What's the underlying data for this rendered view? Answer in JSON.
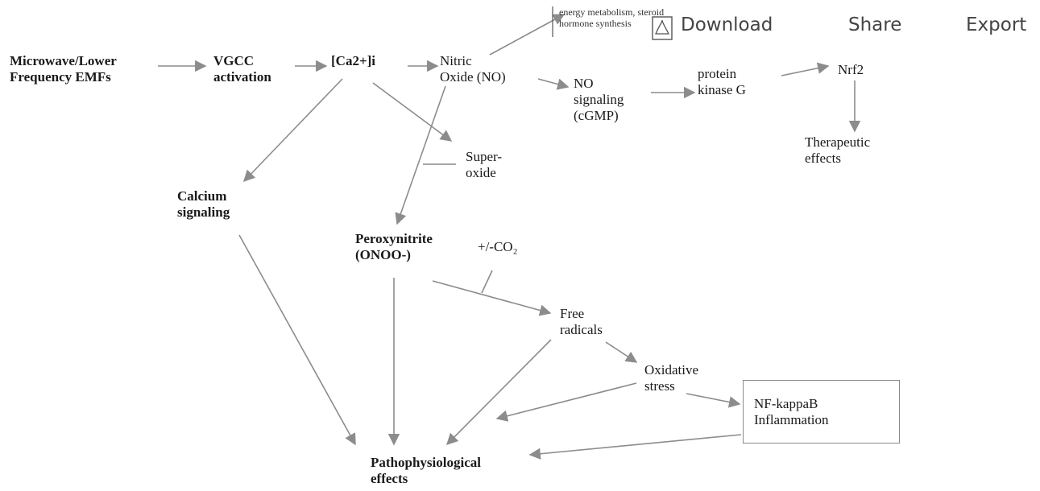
{
  "toolbar": {
    "download_label": "Download",
    "share_label": "Share",
    "export_label": "Export"
  },
  "diagram": {
    "energy_note": "energy metabolism, steroid\nhormone synthesis",
    "emf": "Microwave/Lower\nFrequency EMFs",
    "vgcc": "VGCC\nactivation",
    "ca": "[Ca2+]i",
    "no": "Nitric\nOxide (NO)",
    "no_signaling": "NO\nsignaling\n(cGMP)",
    "pkg": "protein\nkinase G",
    "nrf2": "Nrf2",
    "therapeutic": "Therapeutic\neffects",
    "superoxide": "Super-\noxide",
    "calcium": "Calcium\nsignaling",
    "peroxynitrite": "Peroxynitrite\n(ONOO-)",
    "co2": "+/-CO₂",
    "free_radicals": "Free\nradicals",
    "oxidative": "Oxidative\nstress",
    "nfkappab": "NF-kappaB\nInflammation",
    "patho": "Pathophysiological\neffects"
  },
  "colors": {
    "arrow": "#8c8c8c",
    "text": "#1a1a1a",
    "toolbar_text": "#444444"
  },
  "icons": {
    "download": "pdf-icon"
  }
}
